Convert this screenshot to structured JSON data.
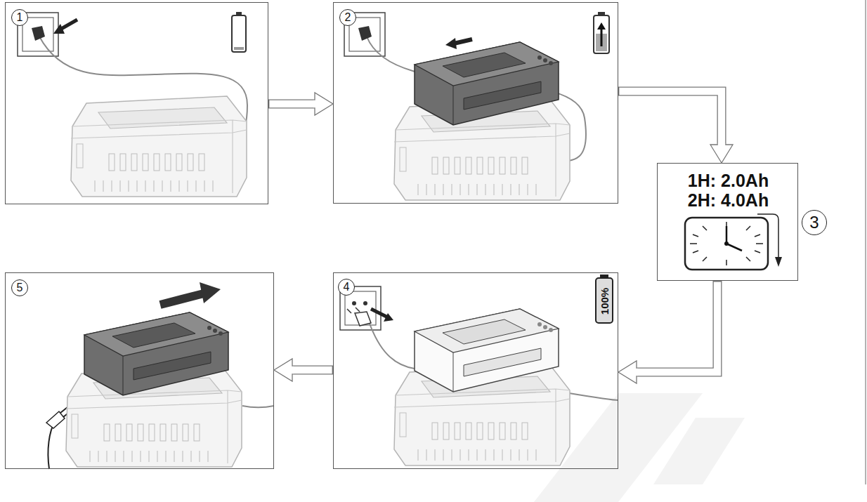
{
  "diagram": {
    "nodes": [
      {
        "text": [
          "1"
        ]
      },
      {
        "text": [
          "2"
        ]
      },
      {
        "text": [
          "1H: 2.0Ah",
          "2H: 4.0Ah",
          "3"
        ]
      },
      {
        "text": [
          "4",
          "100%"
        ]
      },
      {
        "text": [
          "5"
        ]
      }
    ],
    "edges": [
      {
        "from": 0,
        "to": 1,
        "arrow": "to"
      },
      {
        "from": 1,
        "to": 2,
        "arrow": "to"
      },
      {
        "from": 2,
        "to": 3,
        "arrow": "to"
      },
      {
        "from": 3,
        "to": 4,
        "arrow": "to"
      }
    ]
  }
}
